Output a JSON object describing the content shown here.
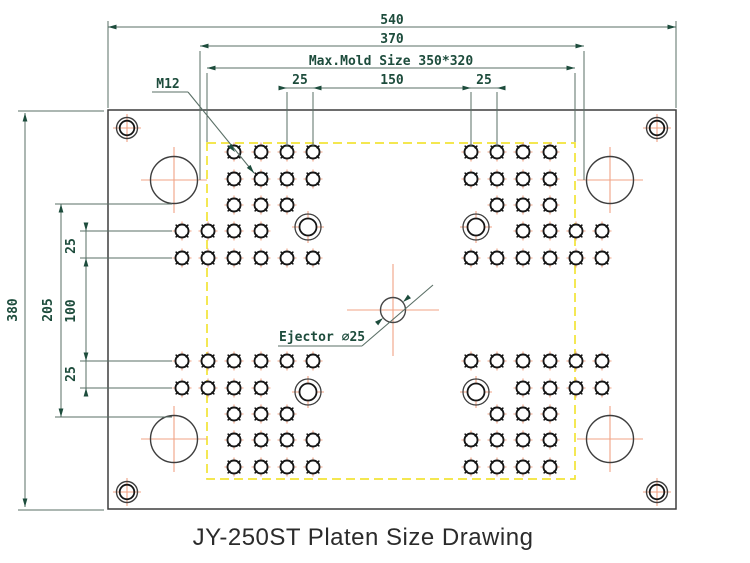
{
  "drawing": {
    "title": "JY-250ST Platen Size Drawing",
    "labels": {
      "thread_spec": "M12",
      "ejector_spec": "Ejector ∅25",
      "max_mold_size": "Max.Mold Size 350*320"
    },
    "dimensions_mm": {
      "platen_width": "540",
      "tie_bar_clearance_h": "370",
      "platen_height": "380",
      "tie_bar_clearance_v": "205",
      "hole_pitch_top": [
        "25",
        "150",
        "25"
      ],
      "hole_pitch_left": [
        "25",
        "100",
        "25"
      ]
    },
    "colors": {
      "dimension_line": "#5a6f66",
      "dimension_text": "#1d4c3c",
      "part_outline": "#3d3d3d",
      "hole_outline": "#161616",
      "center_mark": "#f0a384",
      "mold_area": "#f2e437",
      "title_text": "#2b2b2b",
      "background": "#ffffff"
    }
  }
}
